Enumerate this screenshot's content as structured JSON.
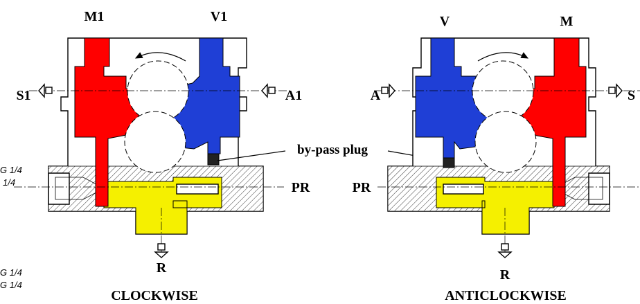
{
  "colors": {
    "suction_red": "#ff0000",
    "delivery_blue": "#1f3fd6",
    "bypass_yellow": "#f5f000",
    "line": "#000000"
  },
  "left_view": {
    "port_top_left": "M1",
    "port_top_right": "V1",
    "port_side_left": "S1",
    "port_side_right": "A1",
    "pressure_port": "PR",
    "return_port": "R",
    "caption": "CLOCKWISE",
    "rotation": "counter-clockwise arrow",
    "note_1": "G 1/4",
    "note_2": "1/4",
    "note_3": "G 1/4",
    "note_4": "G 1/4"
  },
  "right_view": {
    "port_top_left": "V",
    "port_top_right": "M",
    "port_side_left": "A",
    "port_side_right": "S",
    "pressure_port": "PR",
    "return_port": "R",
    "caption": "ANTICLOCKWISE",
    "rotation": "clockwise arrow"
  },
  "callout": {
    "label": "by-pass plug"
  }
}
